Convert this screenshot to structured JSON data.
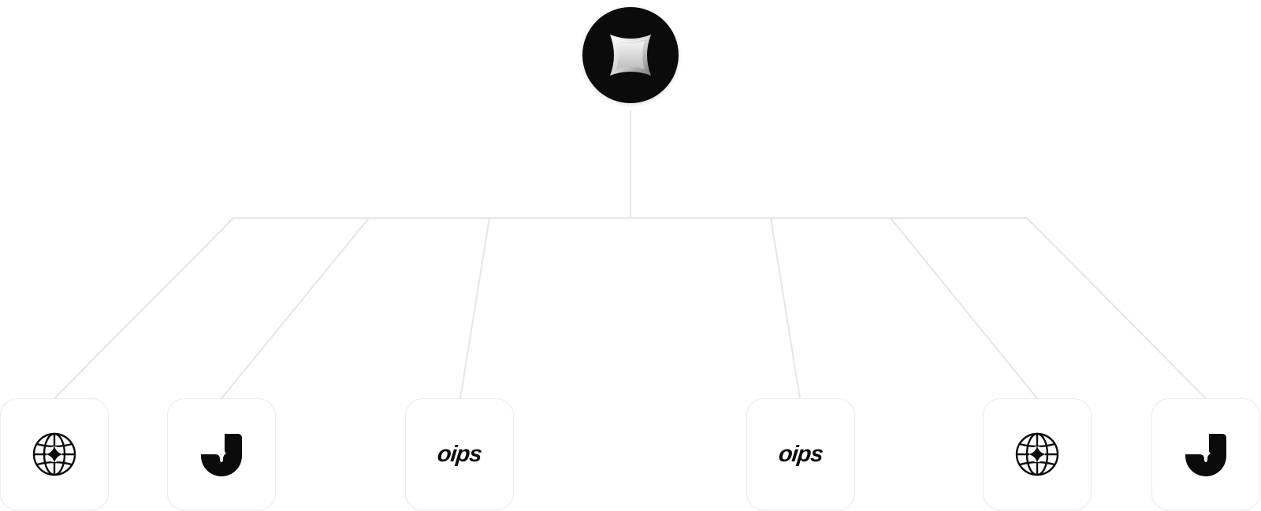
{
  "diagram": {
    "type": "hub-and-spoke",
    "hub": {
      "icon": "four-point-star-square-icon",
      "background": "#0b0b0b"
    },
    "connector_color": "#e6e6e6",
    "nodes": [
      {
        "icon": "globe-sparkle-icon"
      },
      {
        "icon": "j-drop-logo-icon"
      },
      {
        "icon": "oips-wordmark",
        "label": "oips"
      },
      {
        "icon": "oips-wordmark",
        "label": "oips"
      },
      {
        "icon": "globe-sparkle-icon"
      },
      {
        "icon": "j-drop-logo-icon"
      }
    ]
  }
}
